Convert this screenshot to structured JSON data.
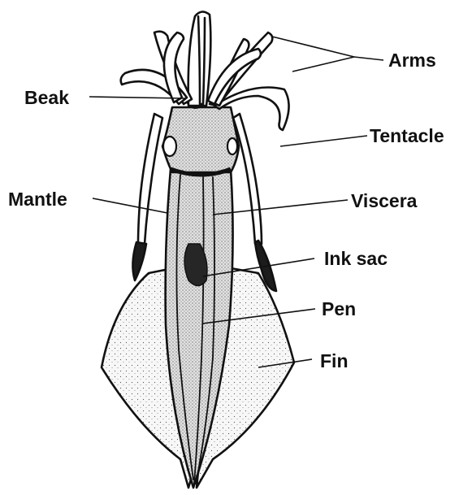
{
  "labels": {
    "arms": "Arms",
    "beak": "Beak",
    "tentacle": "Tentacle",
    "mantle": "Mantle",
    "viscera": "Viscera",
    "ink_sac": "Ink sac",
    "pen": "Pen",
    "fin": "Fin"
  },
  "colors": {
    "line": "#111111",
    "fin_fill": "#f1f1f1",
    "body_fill": "#e4e4e4",
    "head_fill": "#d9d9d9",
    "ink_fill": "#222222"
  }
}
